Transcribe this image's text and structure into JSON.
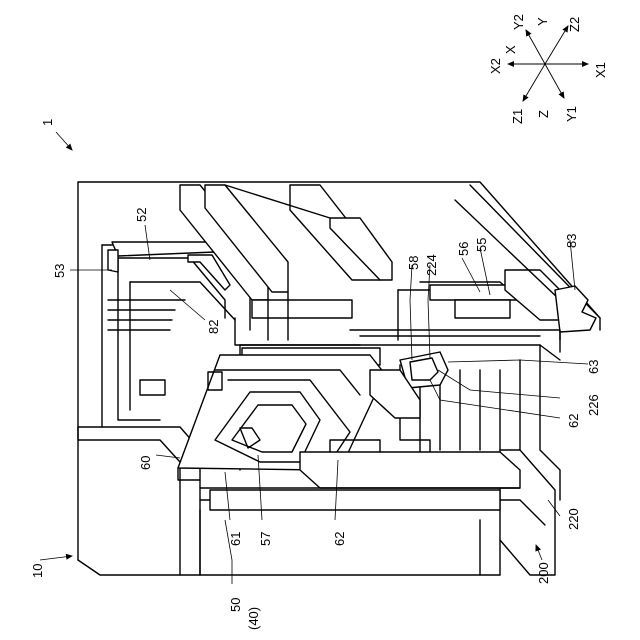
{
  "figure": {
    "axes": {
      "x": "X",
      "x1": "X1",
      "x2": "X2",
      "y": "Y",
      "y1": "Y1",
      "y2": "Y2",
      "z": "Z",
      "z1": "Z1",
      "z2": "Z2"
    },
    "refs": {
      "r1": "1",
      "r10": "10",
      "r50": "50",
      "r40": "(40)",
      "r52": "52",
      "r53": "53",
      "r55": "55",
      "r56": "56",
      "r57": "57",
      "r58": "58",
      "r60": "60",
      "r61": "61",
      "r62a": "62",
      "r62b": "62",
      "r63": "63",
      "r82": "82",
      "r83": "83",
      "r200": "200",
      "r220": "220",
      "r224": "224",
      "r226": "226"
    }
  }
}
